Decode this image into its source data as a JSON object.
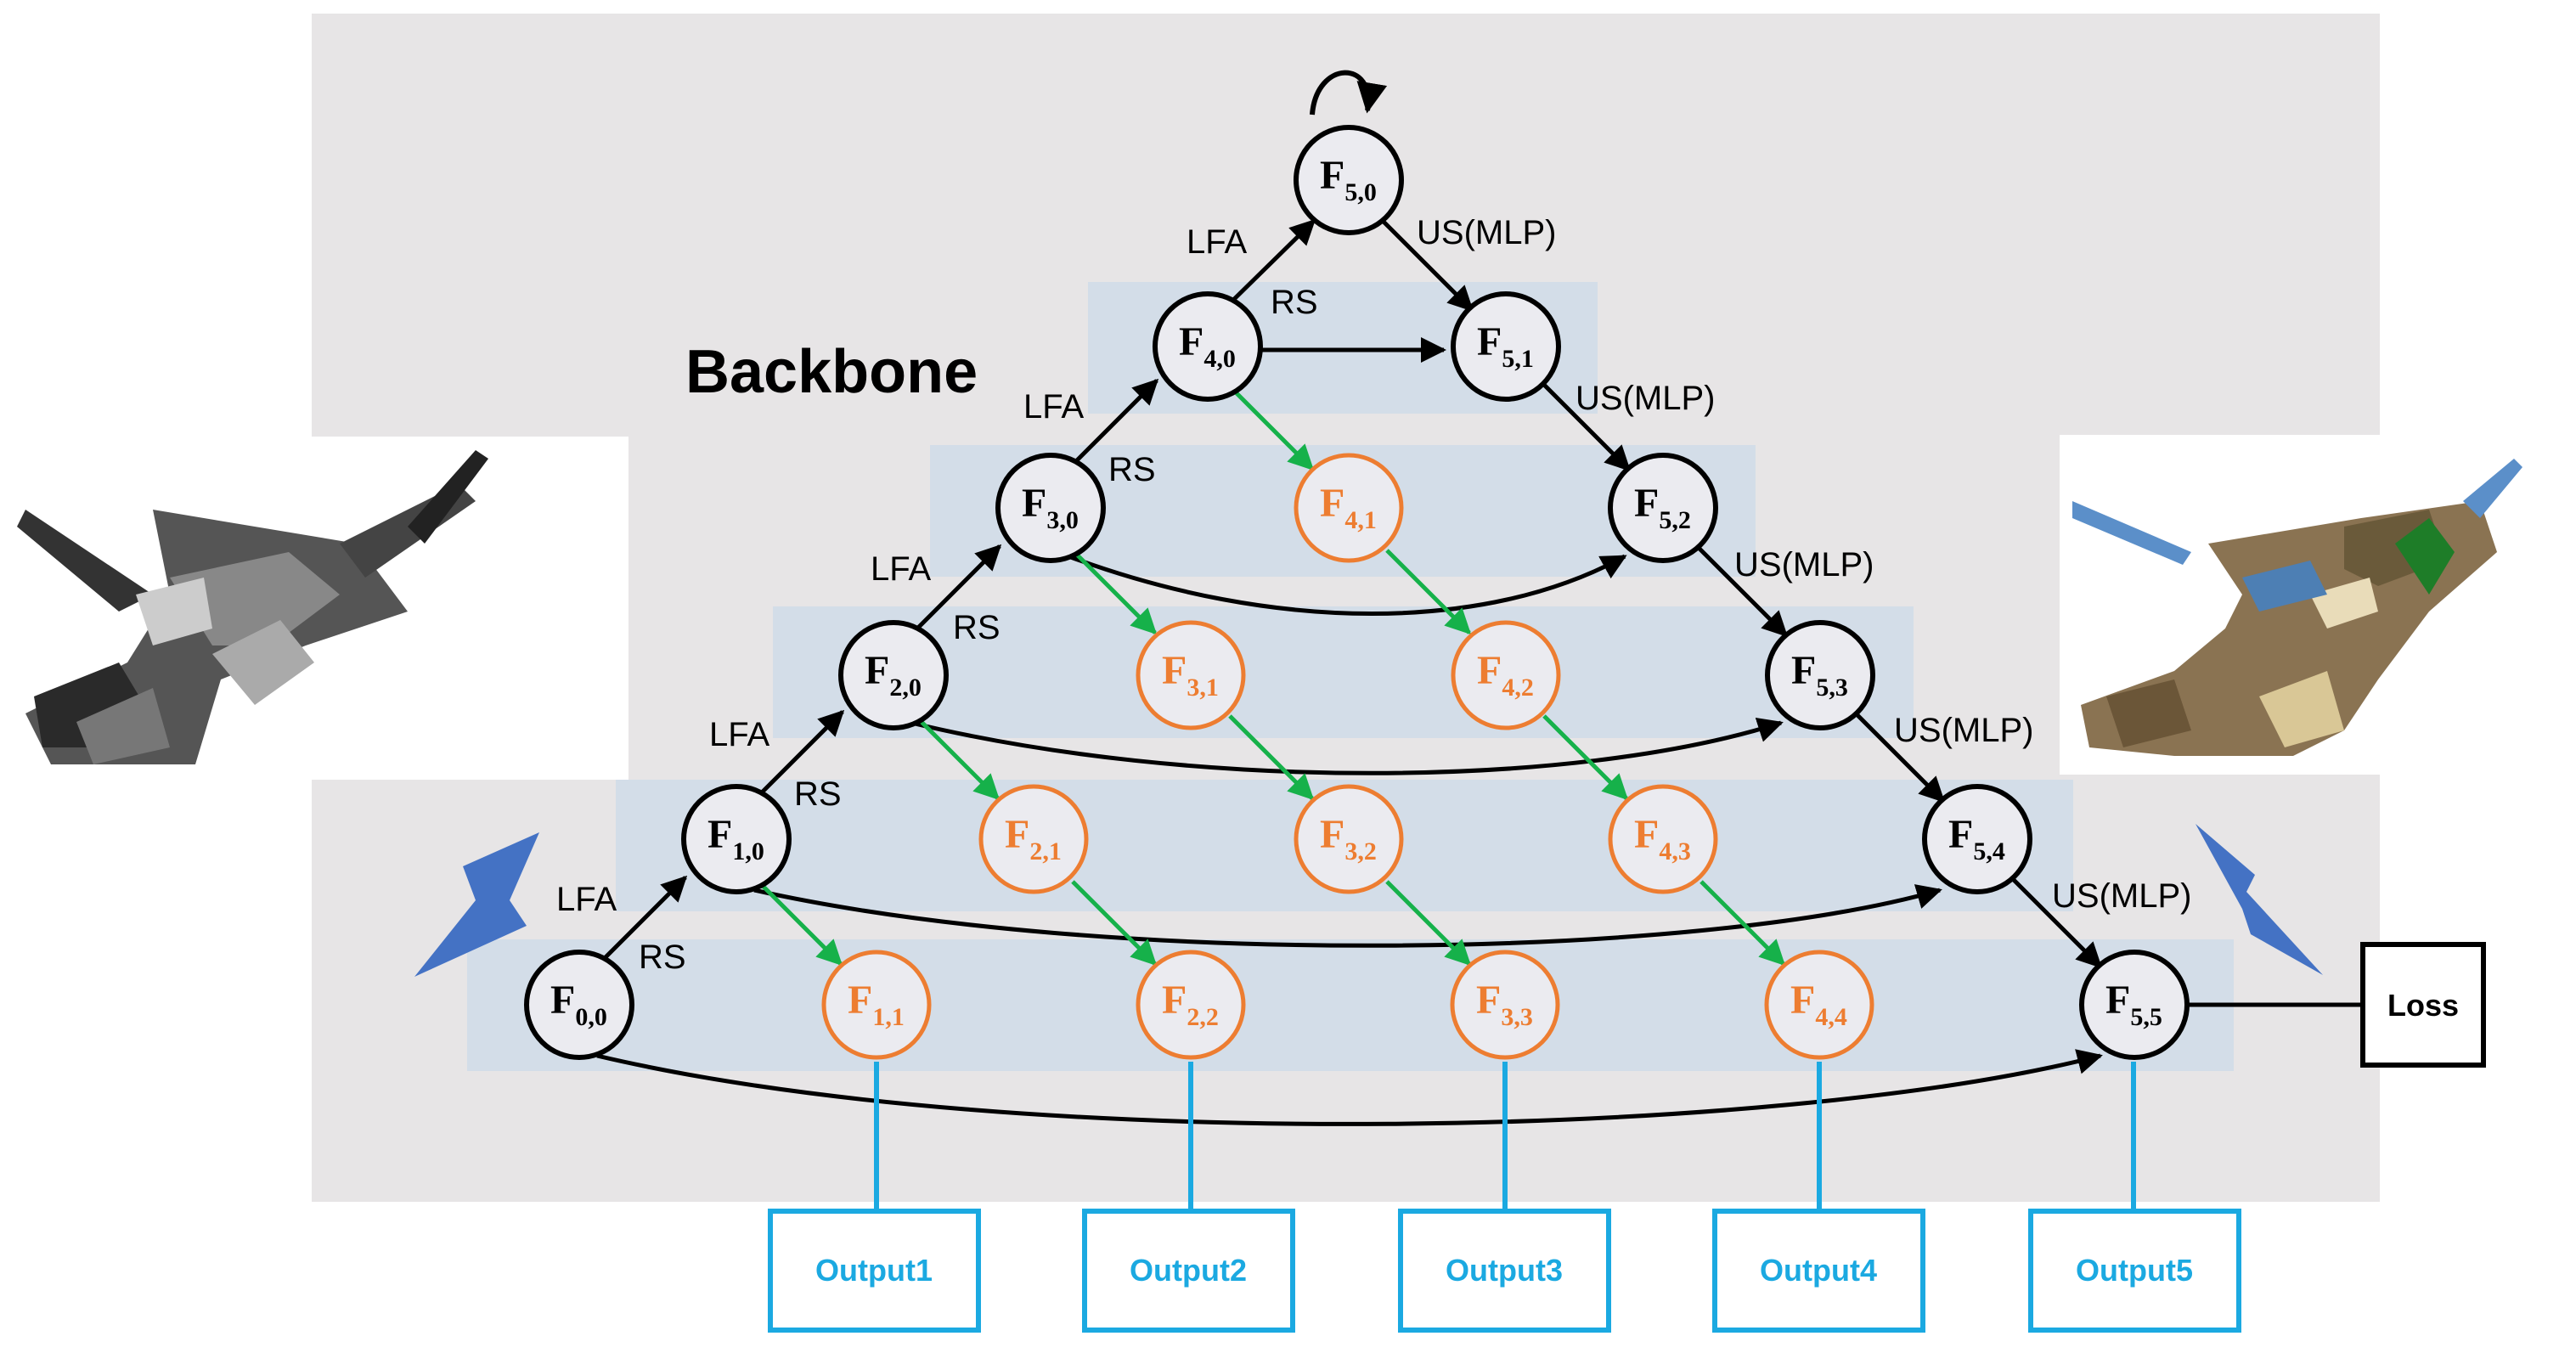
{
  "backbone_title": "Backbone",
  "loss_label": "Loss",
  "edge_labels": {
    "lfa": "LFA",
    "rs": "RS",
    "us": "US(MLP)"
  },
  "nodes": [
    {
      "id": "F00",
      "base": "F",
      "sub": "0,0",
      "type": "encoder"
    },
    {
      "id": "F10",
      "base": "F",
      "sub": "1,0",
      "type": "encoder"
    },
    {
      "id": "F20",
      "base": "F",
      "sub": "2,0",
      "type": "encoder"
    },
    {
      "id": "F30",
      "base": "F",
      "sub": "3,0",
      "type": "encoder"
    },
    {
      "id": "F40",
      "base": "F",
      "sub": "4,0",
      "type": "encoder"
    },
    {
      "id": "F50",
      "base": "F",
      "sub": "5,0",
      "type": "encoder"
    },
    {
      "id": "F51",
      "base": "F",
      "sub": "5,1",
      "type": "decoder"
    },
    {
      "id": "F52",
      "base": "F",
      "sub": "5,2",
      "type": "decoder"
    },
    {
      "id": "F53",
      "base": "F",
      "sub": "5,3",
      "type": "decoder"
    },
    {
      "id": "F54",
      "base": "F",
      "sub": "5,4",
      "type": "decoder"
    },
    {
      "id": "F55",
      "base": "F",
      "sub": "5,5",
      "type": "decoder"
    },
    {
      "id": "F41",
      "base": "F",
      "sub": "4,1",
      "type": "dense"
    },
    {
      "id": "F31",
      "base": "F",
      "sub": "3,1",
      "type": "dense"
    },
    {
      "id": "F42",
      "base": "F",
      "sub": "4,2",
      "type": "dense"
    },
    {
      "id": "F21",
      "base": "F",
      "sub": "2,1",
      "type": "dense"
    },
    {
      "id": "F32",
      "base": "F",
      "sub": "3,2",
      "type": "dense"
    },
    {
      "id": "F43",
      "base": "F",
      "sub": "4,3",
      "type": "dense"
    },
    {
      "id": "F11",
      "base": "F",
      "sub": "1,1",
      "type": "dense"
    },
    {
      "id": "F22",
      "base": "F",
      "sub": "2,2",
      "type": "dense"
    },
    {
      "id": "F33",
      "base": "F",
      "sub": "3,3",
      "type": "dense"
    },
    {
      "id": "F44",
      "base": "F",
      "sub": "4,4",
      "type": "dense"
    }
  ],
  "outputs": [
    "Output1",
    "Output2",
    "Output3",
    "Output4",
    "Output5"
  ],
  "colors": {
    "outer_panel": "#e7e5e6",
    "level_band": "#d3dde8",
    "node_fill": "#ebebf0",
    "encoder_stroke": "#000000",
    "dense_stroke": "#ed7d31",
    "dense_text": "#ed7d31",
    "dense_arrow": "#16b14a",
    "output_color": "#1ba9e1",
    "shape_arrow": "#4472c4"
  }
}
